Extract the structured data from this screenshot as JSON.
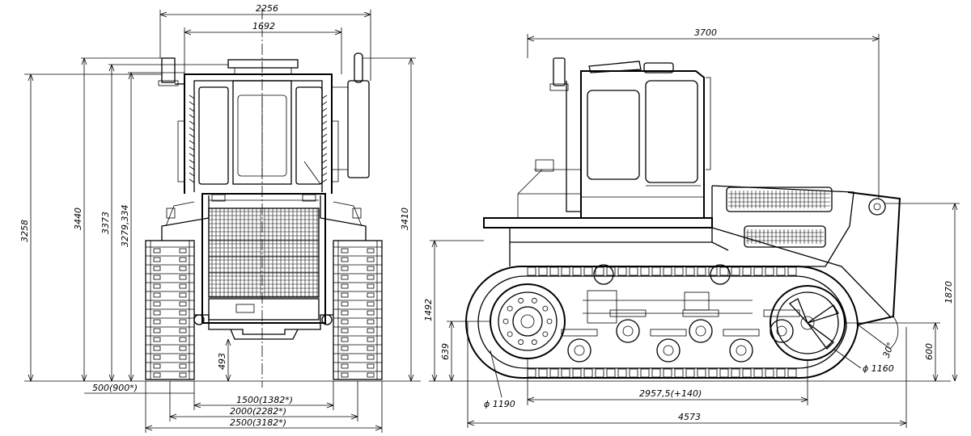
{
  "front_view": {
    "width_overall": "2256",
    "width_cab": "1692",
    "height_beacon": "3440",
    "height_cab": "3373",
    "height_roof": "3279,334",
    "height_total": "3258",
    "height_exhaust": "3410",
    "ground_clearance": "493",
    "shoe_width": "500(900*)",
    "track_gauge": "1500(1382*)",
    "track_span": "2000(2282*)",
    "overall_width": "2500(3182*)"
  },
  "side_view": {
    "length_body": "3700",
    "length_overall": "4573",
    "wheelbase": "2957,5(+140)",
    "height_track": "1492",
    "height_hood": "1870",
    "height_sprocket_axis": "639",
    "height_idler_axis": "600",
    "sprocket_diameter": "ϕ 1190",
    "idler_diameter": "ϕ 1160",
    "approach_angle": "30°"
  }
}
